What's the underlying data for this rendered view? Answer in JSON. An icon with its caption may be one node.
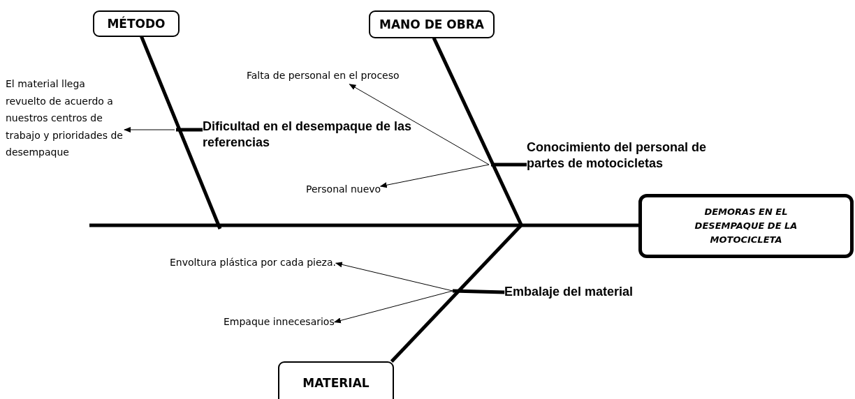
{
  "diagram": {
    "nodes": [
      {
        "text": [
          "MÉTODO"
        ]
      },
      {
        "text": [
          "MANO DE OBRA"
        ]
      },
      {
        "text": [
          "DEMORAS EN EL DESEMPAQUE DE LA MOTOCICLETA"
        ]
      },
      {
        "text": [
          "MATERIAL"
        ]
      },
      {
        "text": [
          "Dificultad en el desempaque de las referencias"
        ]
      },
      {
        "text": [
          "El material llega revuelto de acuerdo a nuestros centros de trabajo y prioridades de desempaque"
        ]
      },
      {
        "text": [
          "Falta de personal en el proceso"
        ]
      },
      {
        "text": [
          "Conocimiento del personal de partes de motocicletas"
        ]
      },
      {
        "text": [
          "Personal nuevo"
        ]
      },
      {
        "text": [
          "Envoltura plástica por cada pieza."
        ]
      },
      {
        "text": [
          "Embalaje  del material"
        ]
      },
      {
        "text": [
          "Empaque innecesarios"
        ]
      }
    ],
    "edges": [
      {
        "from": null,
        "to": 2,
        "arrow": "none"
      },
      {
        "from": 0,
        "to": null,
        "arrow": "none"
      },
      {
        "from": 1,
        "to": null,
        "arrow": "none"
      },
      {
        "from": 3,
        "to": null,
        "arrow": "none"
      },
      {
        "from": 4,
        "to": null,
        "arrow": "none"
      },
      {
        "from": 7,
        "to": null,
        "arrow": "none"
      },
      {
        "from": 10,
        "to": null,
        "arrow": "none"
      },
      {
        "from": null,
        "to": 5,
        "arrow": "to"
      },
      {
        "from": null,
        "to": 6,
        "arrow": "to"
      },
      {
        "from": null,
        "to": 8,
        "arrow": "to"
      },
      {
        "from": null,
        "to": 9,
        "arrow": "to"
      },
      {
        "from": null,
        "to": 11,
        "arrow": "to"
      }
    ]
  }
}
